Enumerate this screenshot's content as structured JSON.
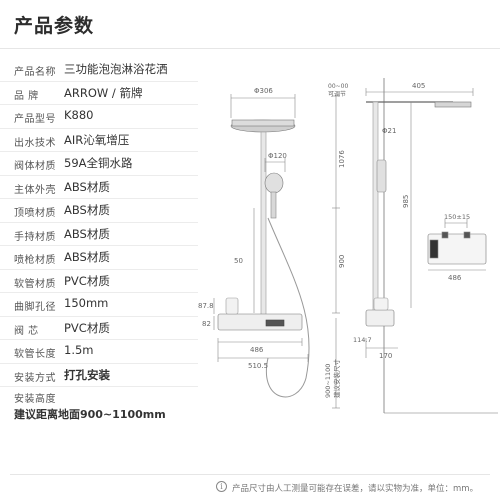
{
  "header": {
    "title": "产品参数"
  },
  "specs": [
    {
      "label": "产品名称",
      "value": "三功能泡泡淋浴花洒"
    },
    {
      "label": "品    牌",
      "value": "ARROW / 箭牌"
    },
    {
      "label": "产品型号",
      "value": "K880"
    },
    {
      "label": "出水技术",
      "value": "AIR沁氧增压"
    },
    {
      "label": "阀体材质",
      "value": "59A全铜水路"
    },
    {
      "label": "主体外壳",
      "value": "ABS材质"
    },
    {
      "label": "顶喷材质",
      "value": "ABS材质"
    },
    {
      "label": "手持材质",
      "value": "ABS材质"
    },
    {
      "label": "喷枪材质",
      "value": "ABS材质"
    },
    {
      "label": "软管材质",
      "value": "PVC材质"
    },
    {
      "label": "曲脚孔径",
      "value": "150mm"
    },
    {
      "label": "阀    芯",
      "value": "PVC材质"
    },
    {
      "label": "软管长度",
      "value": "1.5m"
    },
    {
      "label": "安装方式",
      "value": "打孔安装"
    }
  ],
  "install_height": {
    "label": "安装高度",
    "value": "建议距离地面900~1100mm"
  },
  "diagram": {
    "front": {
      "head_diameter": "Φ306",
      "hand_diameter": "Φ120",
      "hose_dim": "50",
      "h1": "87.8",
      "h2": "82",
      "w1": "486",
      "w2": "510.5"
    },
    "middle": {
      "top_note_1": "00~00",
      "top_note_2": "可调节",
      "total_h": "1076",
      "lower_h": "900",
      "floor_note": "900~1100",
      "floor_note_2": "建议安装尺寸"
    },
    "side": {
      "arm": "405",
      "pipe": "Φ21",
      "height": "985",
      "spacing": "150±15",
      "valve_w": "486",
      "h_offset": "114.7",
      "bottom": "170"
    }
  },
  "footer": {
    "note": "产品尺寸由人工测量可能存在误差，请以实物为准，单位：mm。",
    "icon": "info-icon"
  }
}
